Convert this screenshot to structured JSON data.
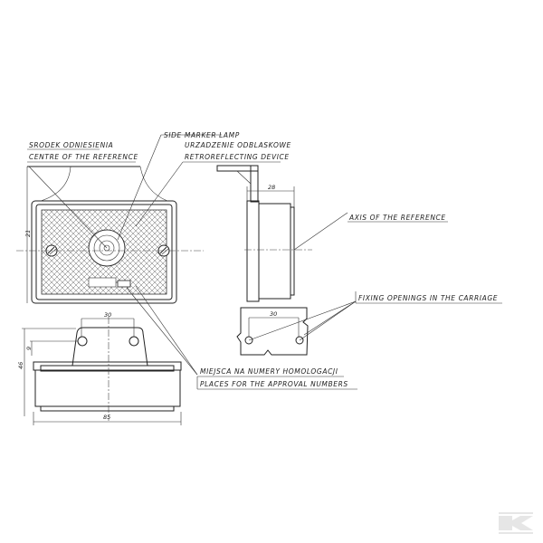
{
  "labels": {
    "srodek": "SRODEK ODNIESIENIA",
    "centre": "CENTRE OF THE REFERENCE",
    "side_marker": "SIDE MARKER LAMP",
    "urzadzenie": "URZADZENIE ODBLASKOWE",
    "retroreflecting": "RETROREFLECTING DEVICE",
    "axis": "AXIS OF THE REFERENCE",
    "fixing": "FIXING OPENINGS IN THE CARRIAGE",
    "miejsca": "MIEJSCA NA NUMERY HOMOLOGACJI",
    "places": "PLACES FOR THE APPROVAL NUMBERS"
  },
  "dimensions": {
    "height_front": "21",
    "depth": "28",
    "hole_spacing_carriage": "30",
    "hole_spacing": "30",
    "total_height": "46",
    "hole_offset": "9",
    "width": "85"
  },
  "watermark": "K",
  "colors": {
    "line": "#222222",
    "background": "#ffffff",
    "watermark": "#e6e6e6"
  }
}
